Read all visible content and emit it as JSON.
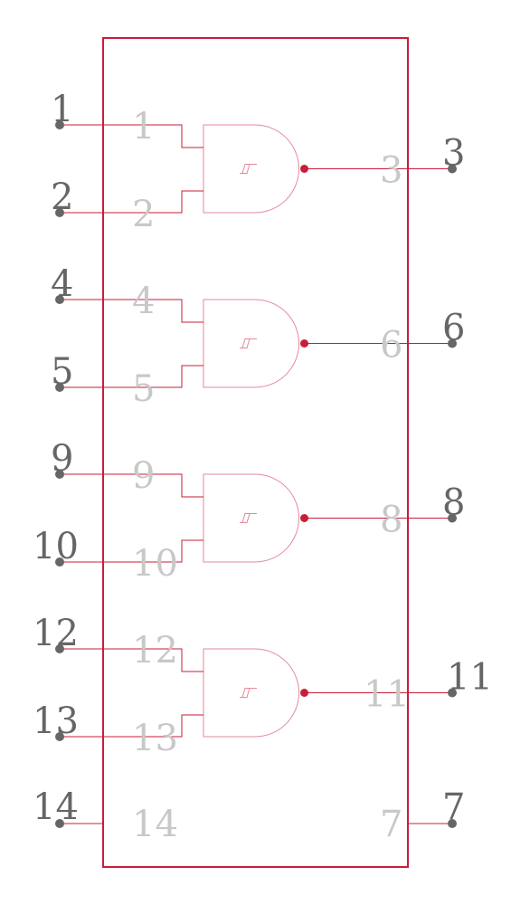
{
  "component": {
    "gates": [
      {
        "id": "gate-1",
        "inputs": [
          {
            "outer_label": "1",
            "inner_label": "1"
          },
          {
            "outer_label": "2",
            "inner_label": "2"
          }
        ],
        "output": {
          "outer_label": "3",
          "inner_label": "3"
        }
      },
      {
        "id": "gate-2",
        "inputs": [
          {
            "outer_label": "4",
            "inner_label": "4"
          },
          {
            "outer_label": "5",
            "inner_label": "5"
          }
        ],
        "output": {
          "outer_label": "6",
          "inner_label": "6"
        }
      },
      {
        "id": "gate-3",
        "inputs": [
          {
            "outer_label": "9",
            "inner_label": "9"
          },
          {
            "outer_label": "10",
            "inner_label": "10"
          }
        ],
        "output": {
          "outer_label": "8",
          "inner_label": "8"
        }
      },
      {
        "id": "gate-4",
        "inputs": [
          {
            "outer_label": "12",
            "inner_label": "12"
          },
          {
            "outer_label": "13",
            "inner_label": "13"
          }
        ],
        "output": {
          "outer_label": "11",
          "inner_label": "11"
        }
      }
    ],
    "power_pins": {
      "left": {
        "outer_label": "14",
        "inner_label": "14"
      },
      "right": {
        "outer_label": "7",
        "inner_label": "7"
      }
    }
  },
  "colors": {
    "body": "#c81e3a",
    "gate_outline": "#e38a98",
    "pin_dot": "#666666",
    "outer_label": "#666666",
    "inner_label": "#c8c8c8"
  },
  "icons": {
    "gate": "schmitt-and-gate-icon"
  }
}
